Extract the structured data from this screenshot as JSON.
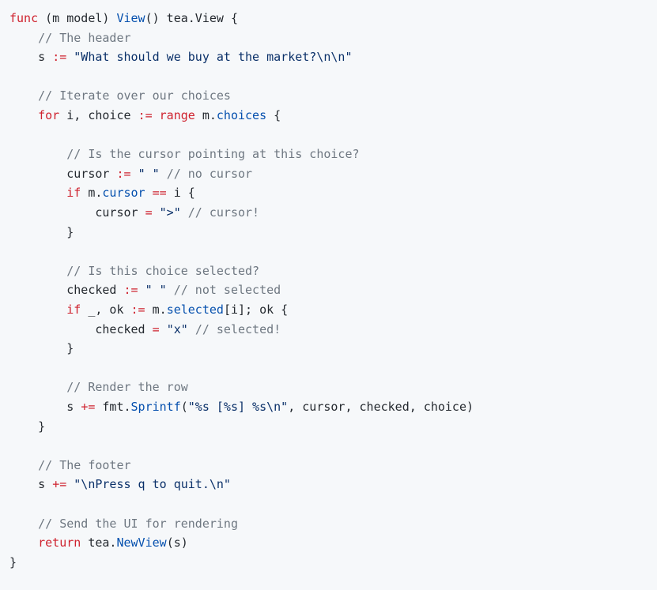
{
  "code": {
    "language": "go",
    "lines": [
      [
        {
          "t": "func",
          "c": "k"
        },
        {
          "t": " (m model) ",
          "c": "p"
        },
        {
          "t": "View",
          "c": "f"
        },
        {
          "t": "() tea.View {",
          "c": "p"
        }
      ],
      [
        {
          "t": "    ",
          "c": "p"
        },
        {
          "t": "// The header",
          "c": "c"
        }
      ],
      [
        {
          "t": "    s ",
          "c": "p"
        },
        {
          "t": ":=",
          "c": "k"
        },
        {
          "t": " ",
          "c": "p"
        },
        {
          "t": "\"What should we buy at the market?\\n\\n\"",
          "c": "s"
        }
      ],
      [],
      [
        {
          "t": "    ",
          "c": "p"
        },
        {
          "t": "// Iterate over our choices",
          "c": "c"
        }
      ],
      [
        {
          "t": "    ",
          "c": "p"
        },
        {
          "t": "for",
          "c": "k"
        },
        {
          "t": " i, choice ",
          "c": "p"
        },
        {
          "t": ":=",
          "c": "k"
        },
        {
          "t": " ",
          "c": "p"
        },
        {
          "t": "range",
          "c": "k"
        },
        {
          "t": " m.",
          "c": "p"
        },
        {
          "t": "choices",
          "c": "f"
        },
        {
          "t": " {",
          "c": "p"
        }
      ],
      [],
      [
        {
          "t": "        ",
          "c": "p"
        },
        {
          "t": "// Is the cursor pointing at this choice?",
          "c": "c"
        }
      ],
      [
        {
          "t": "        cursor ",
          "c": "p"
        },
        {
          "t": ":=",
          "c": "k"
        },
        {
          "t": " ",
          "c": "p"
        },
        {
          "t": "\" \"",
          "c": "s"
        },
        {
          "t": " ",
          "c": "p"
        },
        {
          "t": "// no cursor",
          "c": "c"
        }
      ],
      [
        {
          "t": "        ",
          "c": "p"
        },
        {
          "t": "if",
          "c": "k"
        },
        {
          "t": " m.",
          "c": "p"
        },
        {
          "t": "cursor",
          "c": "f"
        },
        {
          "t": " ",
          "c": "p"
        },
        {
          "t": "==",
          "c": "k"
        },
        {
          "t": " i {",
          "c": "p"
        }
      ],
      [
        {
          "t": "            cursor ",
          "c": "p"
        },
        {
          "t": "=",
          "c": "k"
        },
        {
          "t": " ",
          "c": "p"
        },
        {
          "t": "\">\"",
          "c": "s"
        },
        {
          "t": " ",
          "c": "p"
        },
        {
          "t": "// cursor!",
          "c": "c"
        }
      ],
      [
        {
          "t": "        }",
          "c": "p"
        }
      ],
      [],
      [
        {
          "t": "        ",
          "c": "p"
        },
        {
          "t": "// Is this choice selected?",
          "c": "c"
        }
      ],
      [
        {
          "t": "        checked ",
          "c": "p"
        },
        {
          "t": ":=",
          "c": "k"
        },
        {
          "t": " ",
          "c": "p"
        },
        {
          "t": "\" \"",
          "c": "s"
        },
        {
          "t": " ",
          "c": "p"
        },
        {
          "t": "// not selected",
          "c": "c"
        }
      ],
      [
        {
          "t": "        ",
          "c": "p"
        },
        {
          "t": "if",
          "c": "k"
        },
        {
          "t": " _, ok ",
          "c": "p"
        },
        {
          "t": ":=",
          "c": "k"
        },
        {
          "t": " m.",
          "c": "p"
        },
        {
          "t": "selected",
          "c": "f"
        },
        {
          "t": "[i]; ok {",
          "c": "p"
        }
      ],
      [
        {
          "t": "            checked ",
          "c": "p"
        },
        {
          "t": "=",
          "c": "k"
        },
        {
          "t": " ",
          "c": "p"
        },
        {
          "t": "\"x\"",
          "c": "s"
        },
        {
          "t": " ",
          "c": "p"
        },
        {
          "t": "// selected!",
          "c": "c"
        }
      ],
      [
        {
          "t": "        }",
          "c": "p"
        }
      ],
      [],
      [
        {
          "t": "        ",
          "c": "p"
        },
        {
          "t": "// Render the row",
          "c": "c"
        }
      ],
      [
        {
          "t": "        s ",
          "c": "p"
        },
        {
          "t": "+=",
          "c": "k"
        },
        {
          "t": " fmt.",
          "c": "p"
        },
        {
          "t": "Sprintf",
          "c": "f"
        },
        {
          "t": "(",
          "c": "p"
        },
        {
          "t": "\"%s [%s] %s\\n\"",
          "c": "s"
        },
        {
          "t": ", cursor, checked, choice)",
          "c": "p"
        }
      ],
      [
        {
          "t": "    }",
          "c": "p"
        }
      ],
      [],
      [
        {
          "t": "    ",
          "c": "p"
        },
        {
          "t": "// The footer",
          "c": "c"
        }
      ],
      [
        {
          "t": "    s ",
          "c": "p"
        },
        {
          "t": "+=",
          "c": "k"
        },
        {
          "t": " ",
          "c": "p"
        },
        {
          "t": "\"\\nPress q to quit.\\n\"",
          "c": "s"
        }
      ],
      [],
      [
        {
          "t": "    ",
          "c": "p"
        },
        {
          "t": "// Send the UI for rendering",
          "c": "c"
        }
      ],
      [
        {
          "t": "    ",
          "c": "p"
        },
        {
          "t": "return",
          "c": "k"
        },
        {
          "t": " tea.",
          "c": "p"
        },
        {
          "t": "NewView",
          "c": "f"
        },
        {
          "t": "(s)",
          "c": "p"
        }
      ],
      [
        {
          "t": "}",
          "c": "p"
        }
      ]
    ]
  },
  "colors": {
    "background": "#f6f8fa",
    "keyword": "#cf222e",
    "function": "#0550ae",
    "string": "#0a3069",
    "comment": "#6e7781",
    "plain": "#24292f"
  }
}
